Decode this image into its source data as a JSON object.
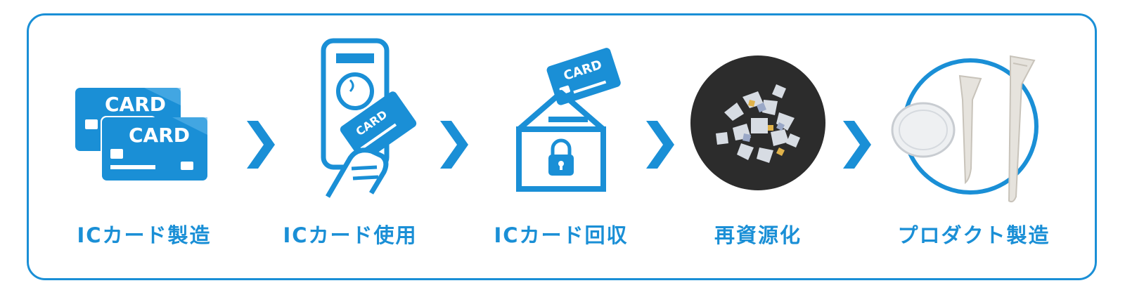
{
  "colors": {
    "accent": "#1a8fd6",
    "dark_bg": "#2c2c2c"
  },
  "icons": {
    "card_text": "CARD"
  },
  "steps": [
    {
      "label": "ICカード製造",
      "icon": "ic-cards-icon"
    },
    {
      "label": "ICカード使用",
      "icon": "card-reader-icon"
    },
    {
      "label": "ICカード回収",
      "icon": "collection-box-icon"
    },
    {
      "label": "再資源化",
      "icon": "shredded-material-icon"
    },
    {
      "label": "プロダクト製造",
      "icon": "golf-products-icon"
    }
  ]
}
